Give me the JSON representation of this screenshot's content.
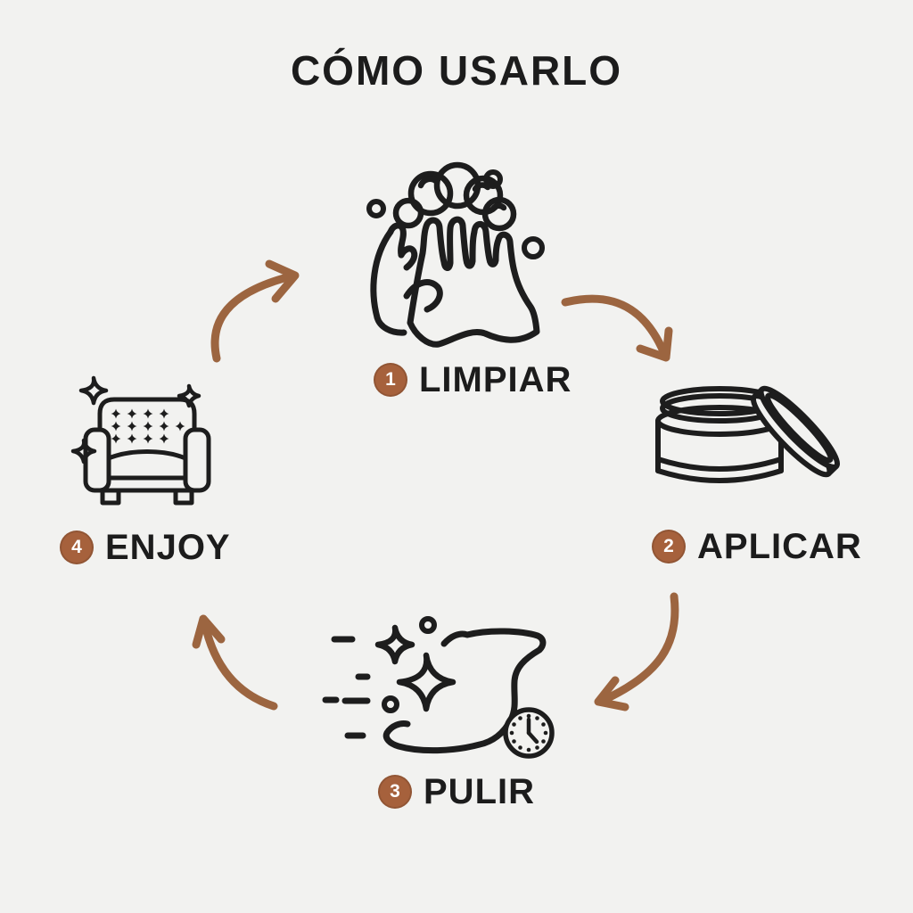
{
  "title": "CÓMO USARLO",
  "steps": [
    {
      "number": "1",
      "label": "LIMPIAR",
      "icon": "hands-washing-icon"
    },
    {
      "number": "2",
      "label": "APLICAR",
      "icon": "wax-tin-icon"
    },
    {
      "number": "3",
      "label": "PULIR",
      "icon": "polishing-cloth-clock-icon"
    },
    {
      "number": "4",
      "label": "ENJOY",
      "icon": "armchair-sparkles-icon"
    }
  ],
  "colors": {
    "background": "#f2f2f0",
    "badge": "#a6613c",
    "arrow": "#9c6540",
    "icon_stroke": "#1d1d1d",
    "text": "#1c1c1c"
  }
}
